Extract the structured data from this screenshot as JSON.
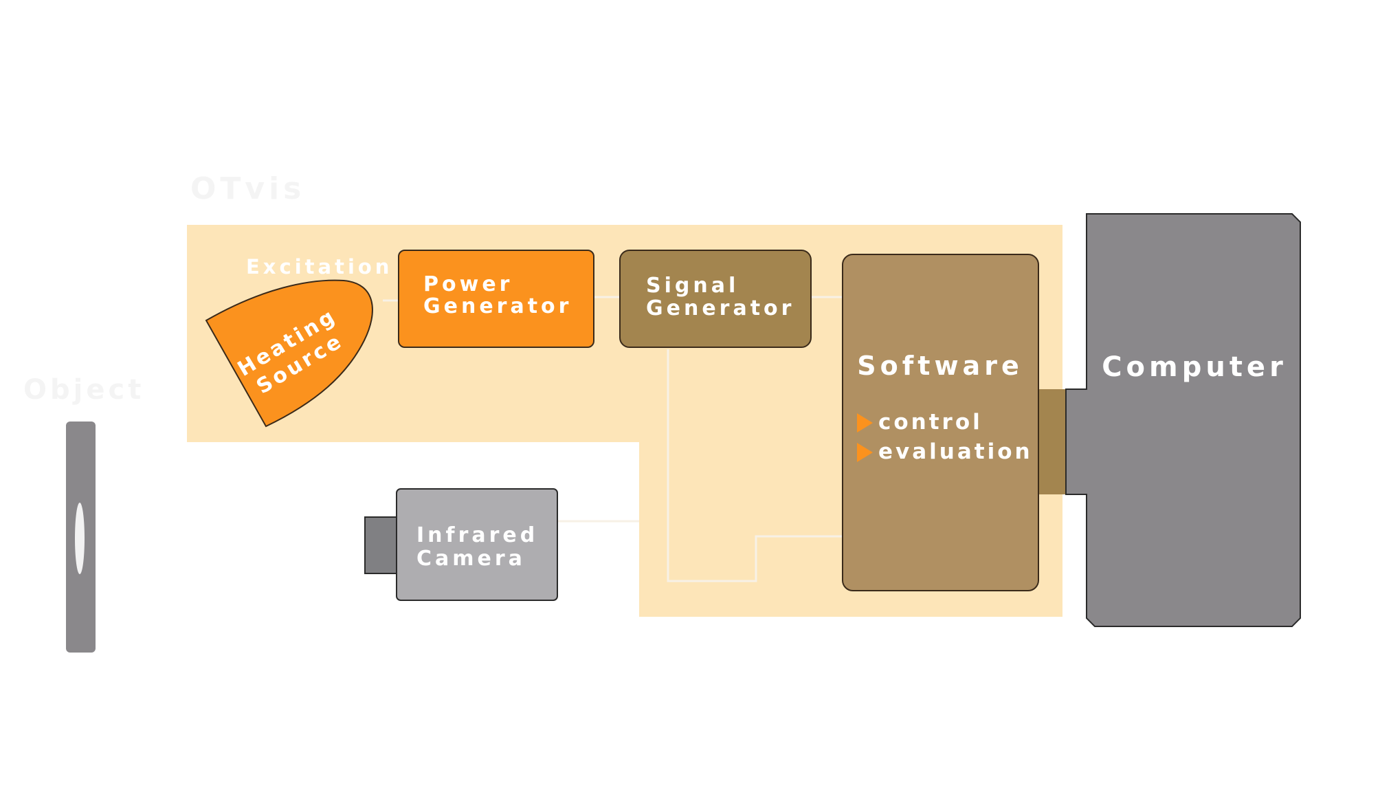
{
  "colors": {
    "background": "#ffffff",
    "zone": "#fde5b8",
    "orange": "#fb921e",
    "olive": "#a3854f",
    "tan": "#b09062",
    "gray_dark": "#8a888b",
    "gray_light": "#aeadb0",
    "outline": "#3a2a1a",
    "faint_text": "#f4f4f4"
  },
  "labels": {
    "zone_label": "OTvis",
    "object_label": "Object",
    "excitation": "Excitation",
    "heating_source": [
      "Heating",
      "Source"
    ],
    "power_generator": [
      "Power",
      "Generator"
    ],
    "signal_generator": [
      "Signal",
      "Generator"
    ],
    "infrared_camera": [
      "Infrared",
      "Camera"
    ],
    "software": "Software",
    "software_items": [
      "control",
      "evaluation"
    ],
    "computer": "Computer"
  }
}
